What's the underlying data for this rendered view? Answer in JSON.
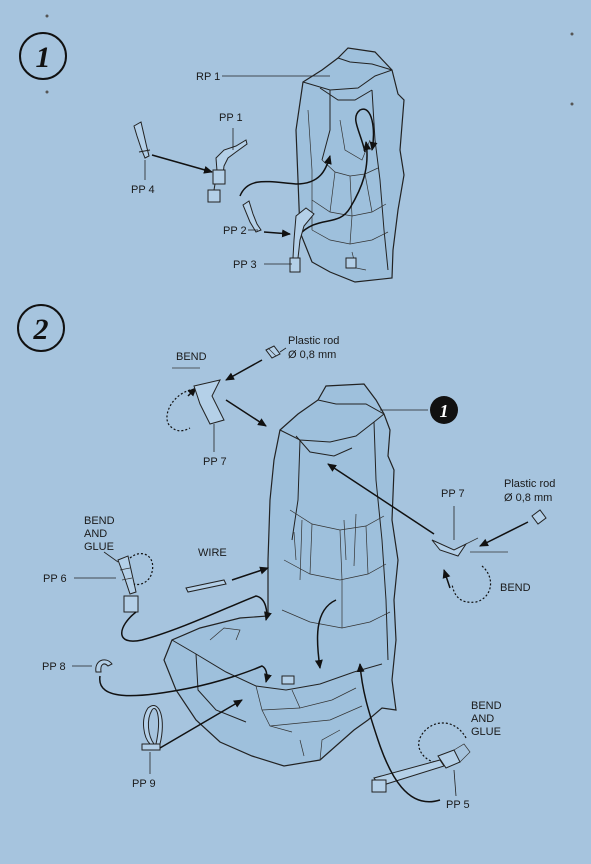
{
  "steps": [
    {
      "number": "1",
      "labels": {
        "rp1": "RP 1",
        "pp1": "PP 1",
        "pp2": "PP 2",
        "pp3": "PP 3",
        "pp4": "PP 4"
      }
    },
    {
      "number": "2",
      "ref_step": "1",
      "labels": {
        "bend_left": "BEND",
        "plastic_rod_left_1": "Plastic rod",
        "plastic_rod_left_2": "Ø 0,8 mm",
        "pp7_left": "PP 7",
        "pp7_right": "PP 7",
        "plastic_rod_right_1": "Plastic rod",
        "plastic_rod_right_2": "Ø 0,8 mm",
        "bend_right": "BEND",
        "bend_glue_left_1": "BEND",
        "bend_glue_left_2": "AND",
        "bend_glue_left_3": "GLUE",
        "wire": "WIRE",
        "pp6": "PP 6",
        "pp8": "PP 8",
        "pp9": "PP 9",
        "bend_glue_right_1": "BEND",
        "bend_glue_right_2": "AND",
        "bend_glue_right_3": "GLUE",
        "pp5": "PP 5"
      }
    }
  ]
}
